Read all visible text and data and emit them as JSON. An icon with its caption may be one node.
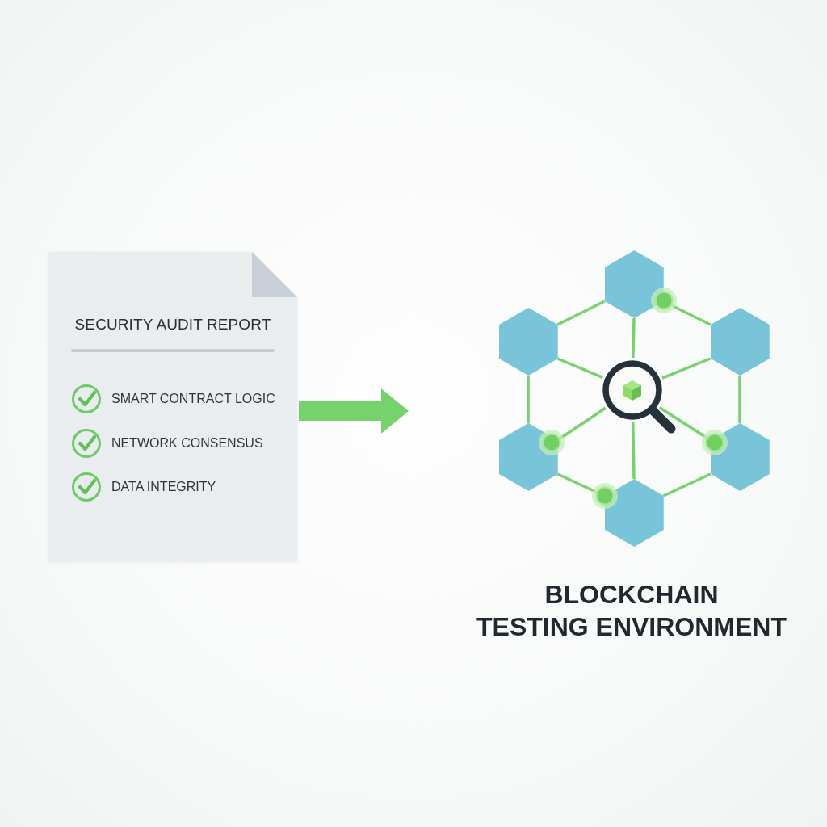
{
  "diagram": {
    "nodes": [
      {
        "text": [
          "SECURITY AUDIT REPORT",
          "SMART CONTRACT LOGIC",
          "NETWORK CONSENSUS",
          "DATA INTEGRITY"
        ]
      },
      {
        "text": [],
        "shape": "hexagon"
      },
      {
        "text": [],
        "shape": "hexagon"
      },
      {
        "text": [],
        "shape": "hexagon"
      },
      {
        "text": [],
        "shape": "picture"
      },
      {
        "text": [],
        "shape": "hexagon"
      },
      {
        "text": [],
        "shape": "hexagon"
      },
      {
        "text": [],
        "shape": "hexagon"
      }
    ],
    "edges": [
      {
        "from": 0,
        "to": null,
        "arrow": "to",
        "style": "thick"
      },
      {
        "from": 1,
        "to": 2,
        "arrow": "none"
      },
      {
        "from": 1,
        "to": 3,
        "arrow": "none"
      },
      {
        "from": 2,
        "to": 5,
        "arrow": "none"
      },
      {
        "from": 3,
        "to": 6,
        "arrow": "none"
      },
      {
        "from": 5,
        "to": 7,
        "arrow": "none"
      },
      {
        "from": 6,
        "to": 7,
        "arrow": "none"
      },
      {
        "from": 1,
        "to": 4,
        "arrow": "none"
      },
      {
        "from": 2,
        "to": 4,
        "arrow": "none"
      },
      {
        "from": 3,
        "to": 4,
        "arrow": "none"
      },
      {
        "from": 5,
        "to": 4,
        "arrow": "none"
      },
      {
        "from": 6,
        "to": 4,
        "arrow": "none"
      },
      {
        "from": 7,
        "to": 4,
        "arrow": "none"
      }
    ],
    "labels": [
      "BLOCKCHAIN TESTING ENVIRONMENT"
    ]
  }
}
